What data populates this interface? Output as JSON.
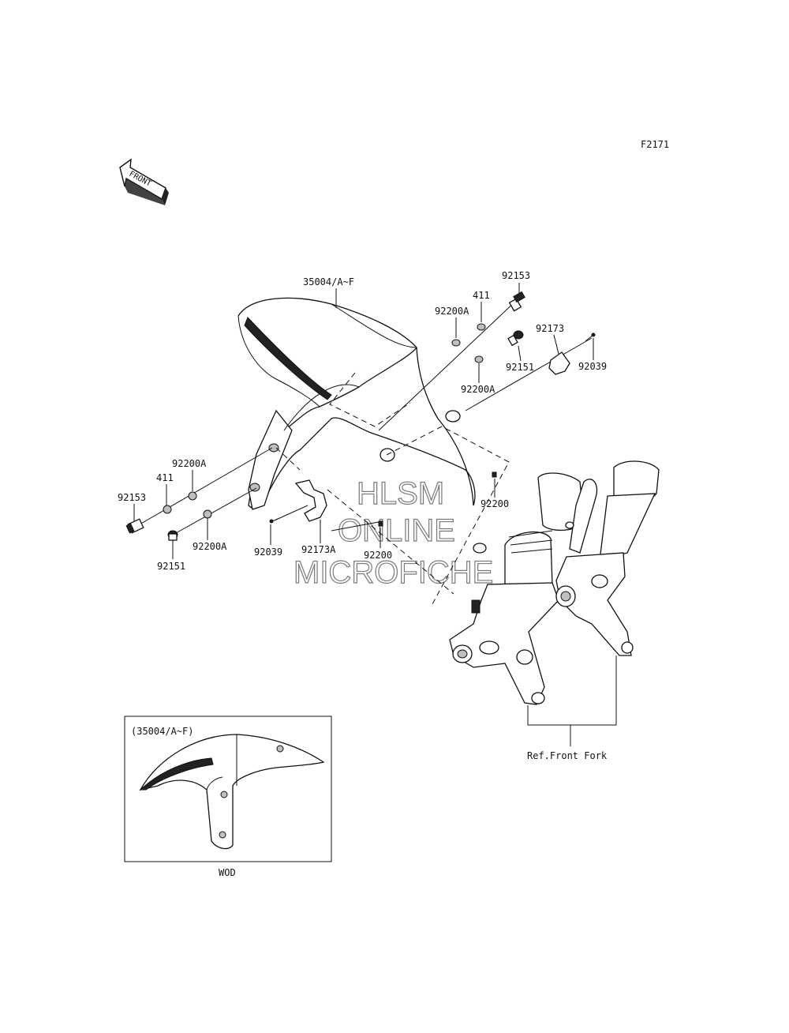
{
  "figure_code": "F2171",
  "front_arrow_label": "FRONT",
  "callouts": {
    "fender_main": "35004/A~F",
    "bolt_top_right": "92153",
    "washer_411_right": "411",
    "washer_92200a_top": "92200A",
    "clip_right": "92173",
    "screw_right": "92039",
    "bolt_92151_right": "92151",
    "washer_92200a_right": "92200A",
    "clip_92200_right": "92200",
    "washer_92200a_left_top": "92200A",
    "washer_411_left": "411",
    "bolt_92153_left": "92153",
    "washer_92200a_left_bottom": "92200A",
    "bolt_92151_left": "92151",
    "screw_92039_left": "92039",
    "clip_92173a": "92173A",
    "clip_92200_left": "92200",
    "ref_front_fork": "Ref.Front Fork"
  },
  "watermark": [
    "HLSM",
    "ONLINE",
    "MICROFICHE"
  ],
  "inset": {
    "title": "(35004/A~F)",
    "caption": "WOD"
  }
}
